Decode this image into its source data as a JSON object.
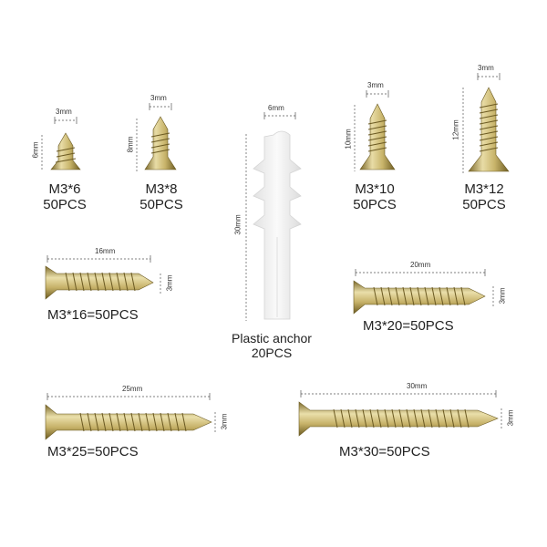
{
  "items": [
    {
      "id": "m3x6",
      "label": "M3*6",
      "qty": "50PCS",
      "width_dim": "3mm",
      "height_dim": "6mm"
    },
    {
      "id": "m3x8",
      "label": "M3*8",
      "qty": "50PCS",
      "width_dim": "3mm",
      "height_dim": "8mm"
    },
    {
      "id": "anchor",
      "label": "Plastic anchor",
      "qty": "20PCS",
      "width_dim": "6mm",
      "height_dim": "30mm"
    },
    {
      "id": "m3x10",
      "label": "M3*10",
      "qty": "50PCS",
      "width_dim": "3mm",
      "height_dim": "10mm"
    },
    {
      "id": "m3x12",
      "label": "M3*12",
      "qty": "50PCS",
      "width_dim": "3mm",
      "height_dim": "12mm"
    },
    {
      "id": "m3x16",
      "label": "M3*16=50PCS",
      "length_dim": "16mm",
      "dia_dim": "3mm"
    },
    {
      "id": "m3x20",
      "label": "M3*20=50PCS",
      "length_dim": "20mm",
      "dia_dim": "3mm"
    },
    {
      "id": "m3x25",
      "label": "M3*25=50PCS",
      "length_dim": "25mm",
      "dia_dim": "3mm"
    },
    {
      "id": "m3x30",
      "label": "M3*30=50PCS",
      "length_dim": "30mm",
      "dia_dim": "3mm"
    }
  ],
  "colors": {
    "brass_light": "#e6d9a0",
    "brass_mid": "#c9b56a",
    "brass_dark": "#8a7a3a",
    "anchor": "#eeeeee"
  }
}
